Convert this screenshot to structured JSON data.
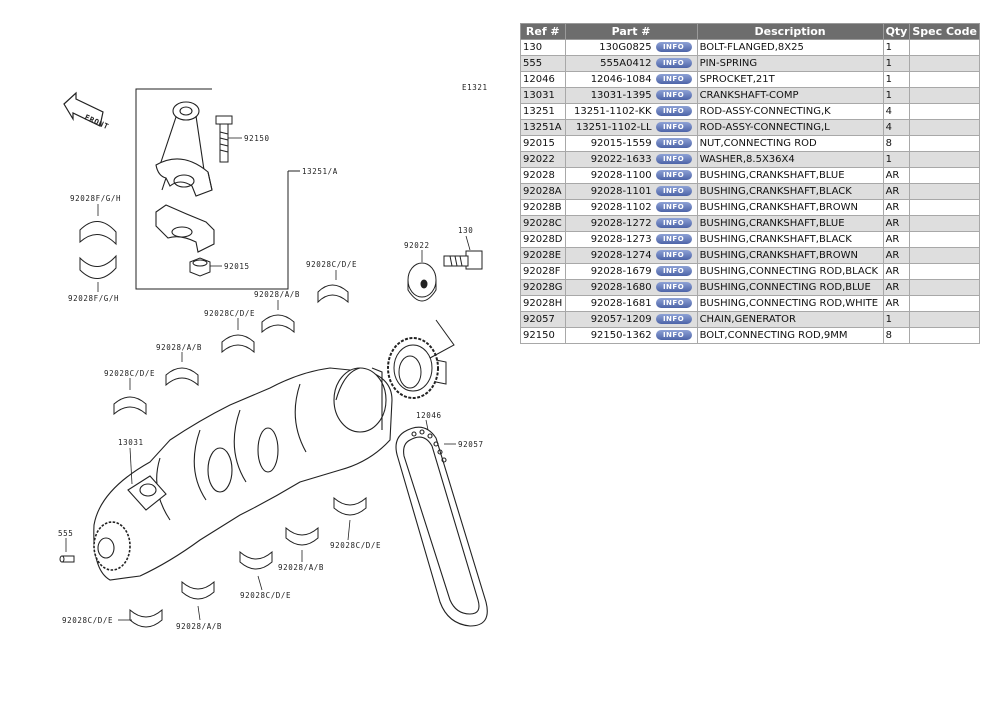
{
  "diagram": {
    "code": "E1321",
    "front_label": "FRONT",
    "callouts": {
      "c13251": "13251/A",
      "c92150": "92150",
      "c92015": "92015",
      "c92028fgh_top": "92028F/G/H",
      "c92028fgh_bot": "92028F/G/H",
      "c92022": "92022",
      "c130": "130",
      "c92028cde_1": "92028C/D/E",
      "c92028ab_1": "92028/A/B",
      "c92028cde_2": "92028C/D/E",
      "c92028ab_2": "92028/A/B",
      "c92028cde_3": "92028C/D/E",
      "c12046": "12046",
      "c92057": "92057",
      "c13031": "13031",
      "c555": "555",
      "c92028cde_4": "92028C/D/E",
      "c92028ab_3": "92028/A/B",
      "c92028cde_5": "92028C/D/E",
      "c92028cde_6": "92028C/D/E",
      "c92028ab_4": "92028/A/B"
    }
  },
  "table": {
    "headers": [
      "Ref #",
      "Part #",
      "Description",
      "Qty",
      "Spec Code"
    ],
    "info_label": "INFO",
    "rows": [
      {
        "ref": "130",
        "part": "130G0825",
        "desc": "BOLT-FLANGED,8X25",
        "qty": "1",
        "spec": ""
      },
      {
        "ref": "555",
        "part": "555A0412",
        "desc": "PIN-SPRING",
        "qty": "1",
        "spec": ""
      },
      {
        "ref": "12046",
        "part": "12046-1084",
        "desc": "SPROCKET,21T",
        "qty": "1",
        "spec": ""
      },
      {
        "ref": "13031",
        "part": "13031-1395",
        "desc": "CRANKSHAFT-COMP",
        "qty": "1",
        "spec": ""
      },
      {
        "ref": "13251",
        "part": "13251-1102-KK",
        "desc": "ROD-ASSY-CONNECTING,K",
        "qty": "4",
        "spec": ""
      },
      {
        "ref": "13251A",
        "part": "13251-1102-LL",
        "desc": "ROD-ASSY-CONNECTING,L",
        "qty": "4",
        "spec": ""
      },
      {
        "ref": "92015",
        "part": "92015-1559",
        "desc": "NUT,CONNECTING ROD",
        "qty": "8",
        "spec": ""
      },
      {
        "ref": "92022",
        "part": "92022-1633",
        "desc": "WASHER,8.5X36X4",
        "qty": "1",
        "spec": ""
      },
      {
        "ref": "92028",
        "part": "92028-1100",
        "desc": "BUSHING,CRANKSHAFT,BLUE",
        "qty": "AR",
        "spec": ""
      },
      {
        "ref": "92028A",
        "part": "92028-1101",
        "desc": "BUSHING,CRANKSHAFT,BLACK",
        "qty": "AR",
        "spec": ""
      },
      {
        "ref": "92028B",
        "part": "92028-1102",
        "desc": "BUSHING,CRANKSHAFT,BROWN",
        "qty": "AR",
        "spec": ""
      },
      {
        "ref": "92028C",
        "part": "92028-1272",
        "desc": "BUSHING,CRANKSHAFT,BLUE",
        "qty": "AR",
        "spec": ""
      },
      {
        "ref": "92028D",
        "part": "92028-1273",
        "desc": "BUSHING,CRANKSHAFT,BLACK",
        "qty": "AR",
        "spec": ""
      },
      {
        "ref": "92028E",
        "part": "92028-1274",
        "desc": "BUSHING,CRANKSHAFT,BROWN",
        "qty": "AR",
        "spec": ""
      },
      {
        "ref": "92028F",
        "part": "92028-1679",
        "desc": "BUSHING,CONNECTING ROD,BLACK",
        "qty": "AR",
        "spec": ""
      },
      {
        "ref": "92028G",
        "part": "92028-1680",
        "desc": "BUSHING,CONNECTING ROD,BLUE",
        "qty": "AR",
        "spec": ""
      },
      {
        "ref": "92028H",
        "part": "92028-1681",
        "desc": "BUSHING,CONNECTING ROD,WHITE",
        "qty": "AR",
        "spec": ""
      },
      {
        "ref": "92057",
        "part": "92057-1209",
        "desc": "CHAIN,GENERATOR",
        "qty": "1",
        "spec": ""
      },
      {
        "ref": "92150",
        "part": "92150-1362",
        "desc": "BOLT,CONNECTING ROD,9MM",
        "qty": "8",
        "spec": ""
      }
    ]
  }
}
